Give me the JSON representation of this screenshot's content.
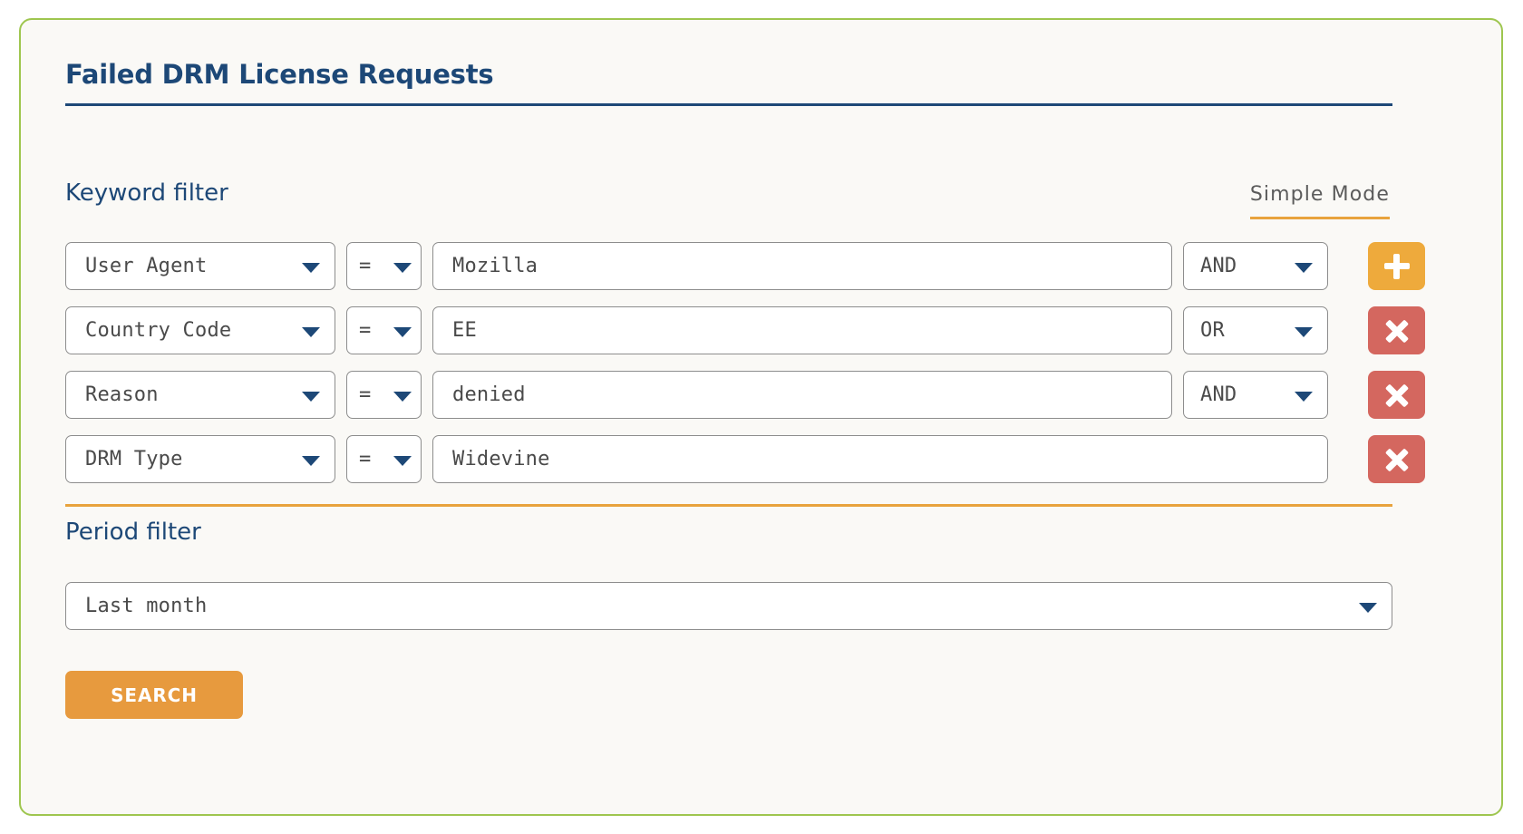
{
  "card": {
    "title": "Failed DRM License Requests",
    "border_color": "#9ec64f",
    "background_color": "#faf9f6",
    "accent_blue": "#1d4877",
    "accent_orange": "#e8a33d"
  },
  "keyword_filter": {
    "label": "Keyword filter",
    "mode_toggle_label": "Simple Mode",
    "rows": [
      {
        "field": "User Agent",
        "operator": "=",
        "value": "Mozilla",
        "boolean": "AND",
        "action_label": "+",
        "action_icon": "plus-icon",
        "action_color": "#eeaa3c"
      },
      {
        "field": "Country Code",
        "operator": "=",
        "value": "EE",
        "boolean": "OR",
        "action_label": "×",
        "action_icon": "close-icon",
        "action_color": "#d4675f"
      },
      {
        "field": "Reason",
        "operator": "=",
        "value": "denied",
        "boolean": "AND",
        "action_label": "×",
        "action_icon": "close-icon",
        "action_color": "#d4675f"
      },
      {
        "field": "DRM Type",
        "operator": "=",
        "value": "Widevine",
        "boolean": "",
        "action_label": "×",
        "action_icon": "close-icon",
        "action_color": "#d4675f"
      }
    ]
  },
  "period_filter": {
    "label": "Period filter",
    "selected": "Last month"
  },
  "actions": {
    "search_label": "SEARCH"
  }
}
